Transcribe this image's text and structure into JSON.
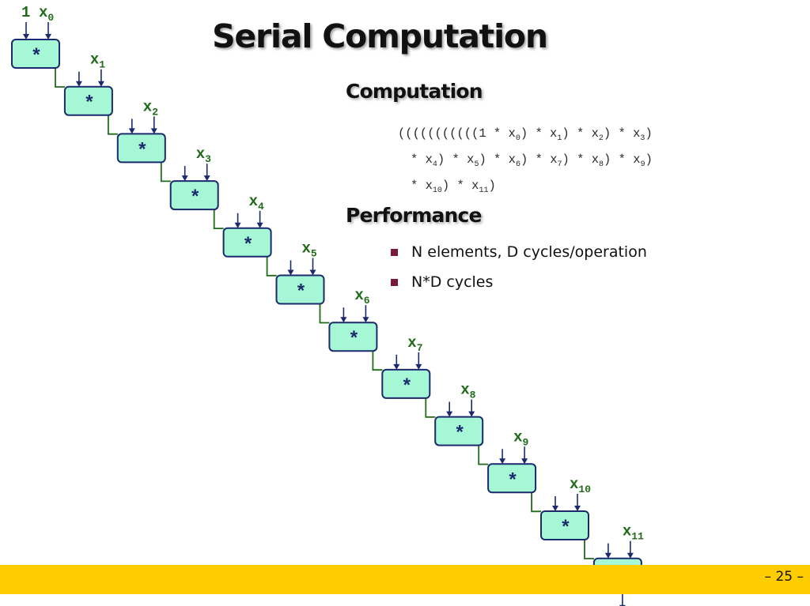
{
  "slide": {
    "title": "Serial Computation",
    "page_number": "– 25 –"
  },
  "computation": {
    "heading": "Computation",
    "expression_lines": [
      [
        {
          "t": "(((((((((((1 * x"
        },
        {
          "sub": "0"
        },
        {
          "t": ") * x"
        },
        {
          "sub": "1"
        },
        {
          "t": ") * x"
        },
        {
          "sub": "2"
        },
        {
          "t": ") * x"
        },
        {
          "sub": "3"
        },
        {
          "t": ")"
        }
      ],
      [
        {
          "t": "* x"
        },
        {
          "sub": "4"
        },
        {
          "t": ") * x"
        },
        {
          "sub": "5"
        },
        {
          "t": ") * x"
        },
        {
          "sub": "6"
        },
        {
          "t": ") * x"
        },
        {
          "sub": "7"
        },
        {
          "t": ") * x"
        },
        {
          "sub": "8"
        },
        {
          "t": ") * x"
        },
        {
          "sub": "9"
        },
        {
          "t": ")"
        }
      ],
      [
        {
          "t": "* x"
        },
        {
          "sub": "10"
        },
        {
          "t": ") * x"
        },
        {
          "sub": "11"
        },
        {
          "t": ")"
        }
      ]
    ]
  },
  "performance": {
    "heading": "Performance",
    "bullets": [
      "N elements, D cycles/operation",
      "N*D cycles"
    ]
  },
  "diagram": {
    "initial_operand": "1",
    "operator_symbol": "*",
    "operands": [
      {
        "base": "x",
        "index": "0"
      },
      {
        "base": "x",
        "index": "1"
      },
      {
        "base": "x",
        "index": "2"
      },
      {
        "base": "x",
        "index": "3"
      },
      {
        "base": "x",
        "index": "4"
      },
      {
        "base": "x",
        "index": "5"
      },
      {
        "base": "x",
        "index": "6"
      },
      {
        "base": "x",
        "index": "7"
      },
      {
        "base": "x",
        "index": "8"
      },
      {
        "base": "x",
        "index": "9"
      },
      {
        "base": "x",
        "index": "10"
      },
      {
        "base": "x",
        "index": "11"
      }
    ],
    "colors": {
      "box_fill": "#a6f7d6",
      "box_stroke": "#1a2a6c",
      "arrow": "#1a2a6c",
      "link": "#1f6b1a",
      "operand_text": "#1f6b1a",
      "operator_text": "#1a2a6c"
    }
  }
}
